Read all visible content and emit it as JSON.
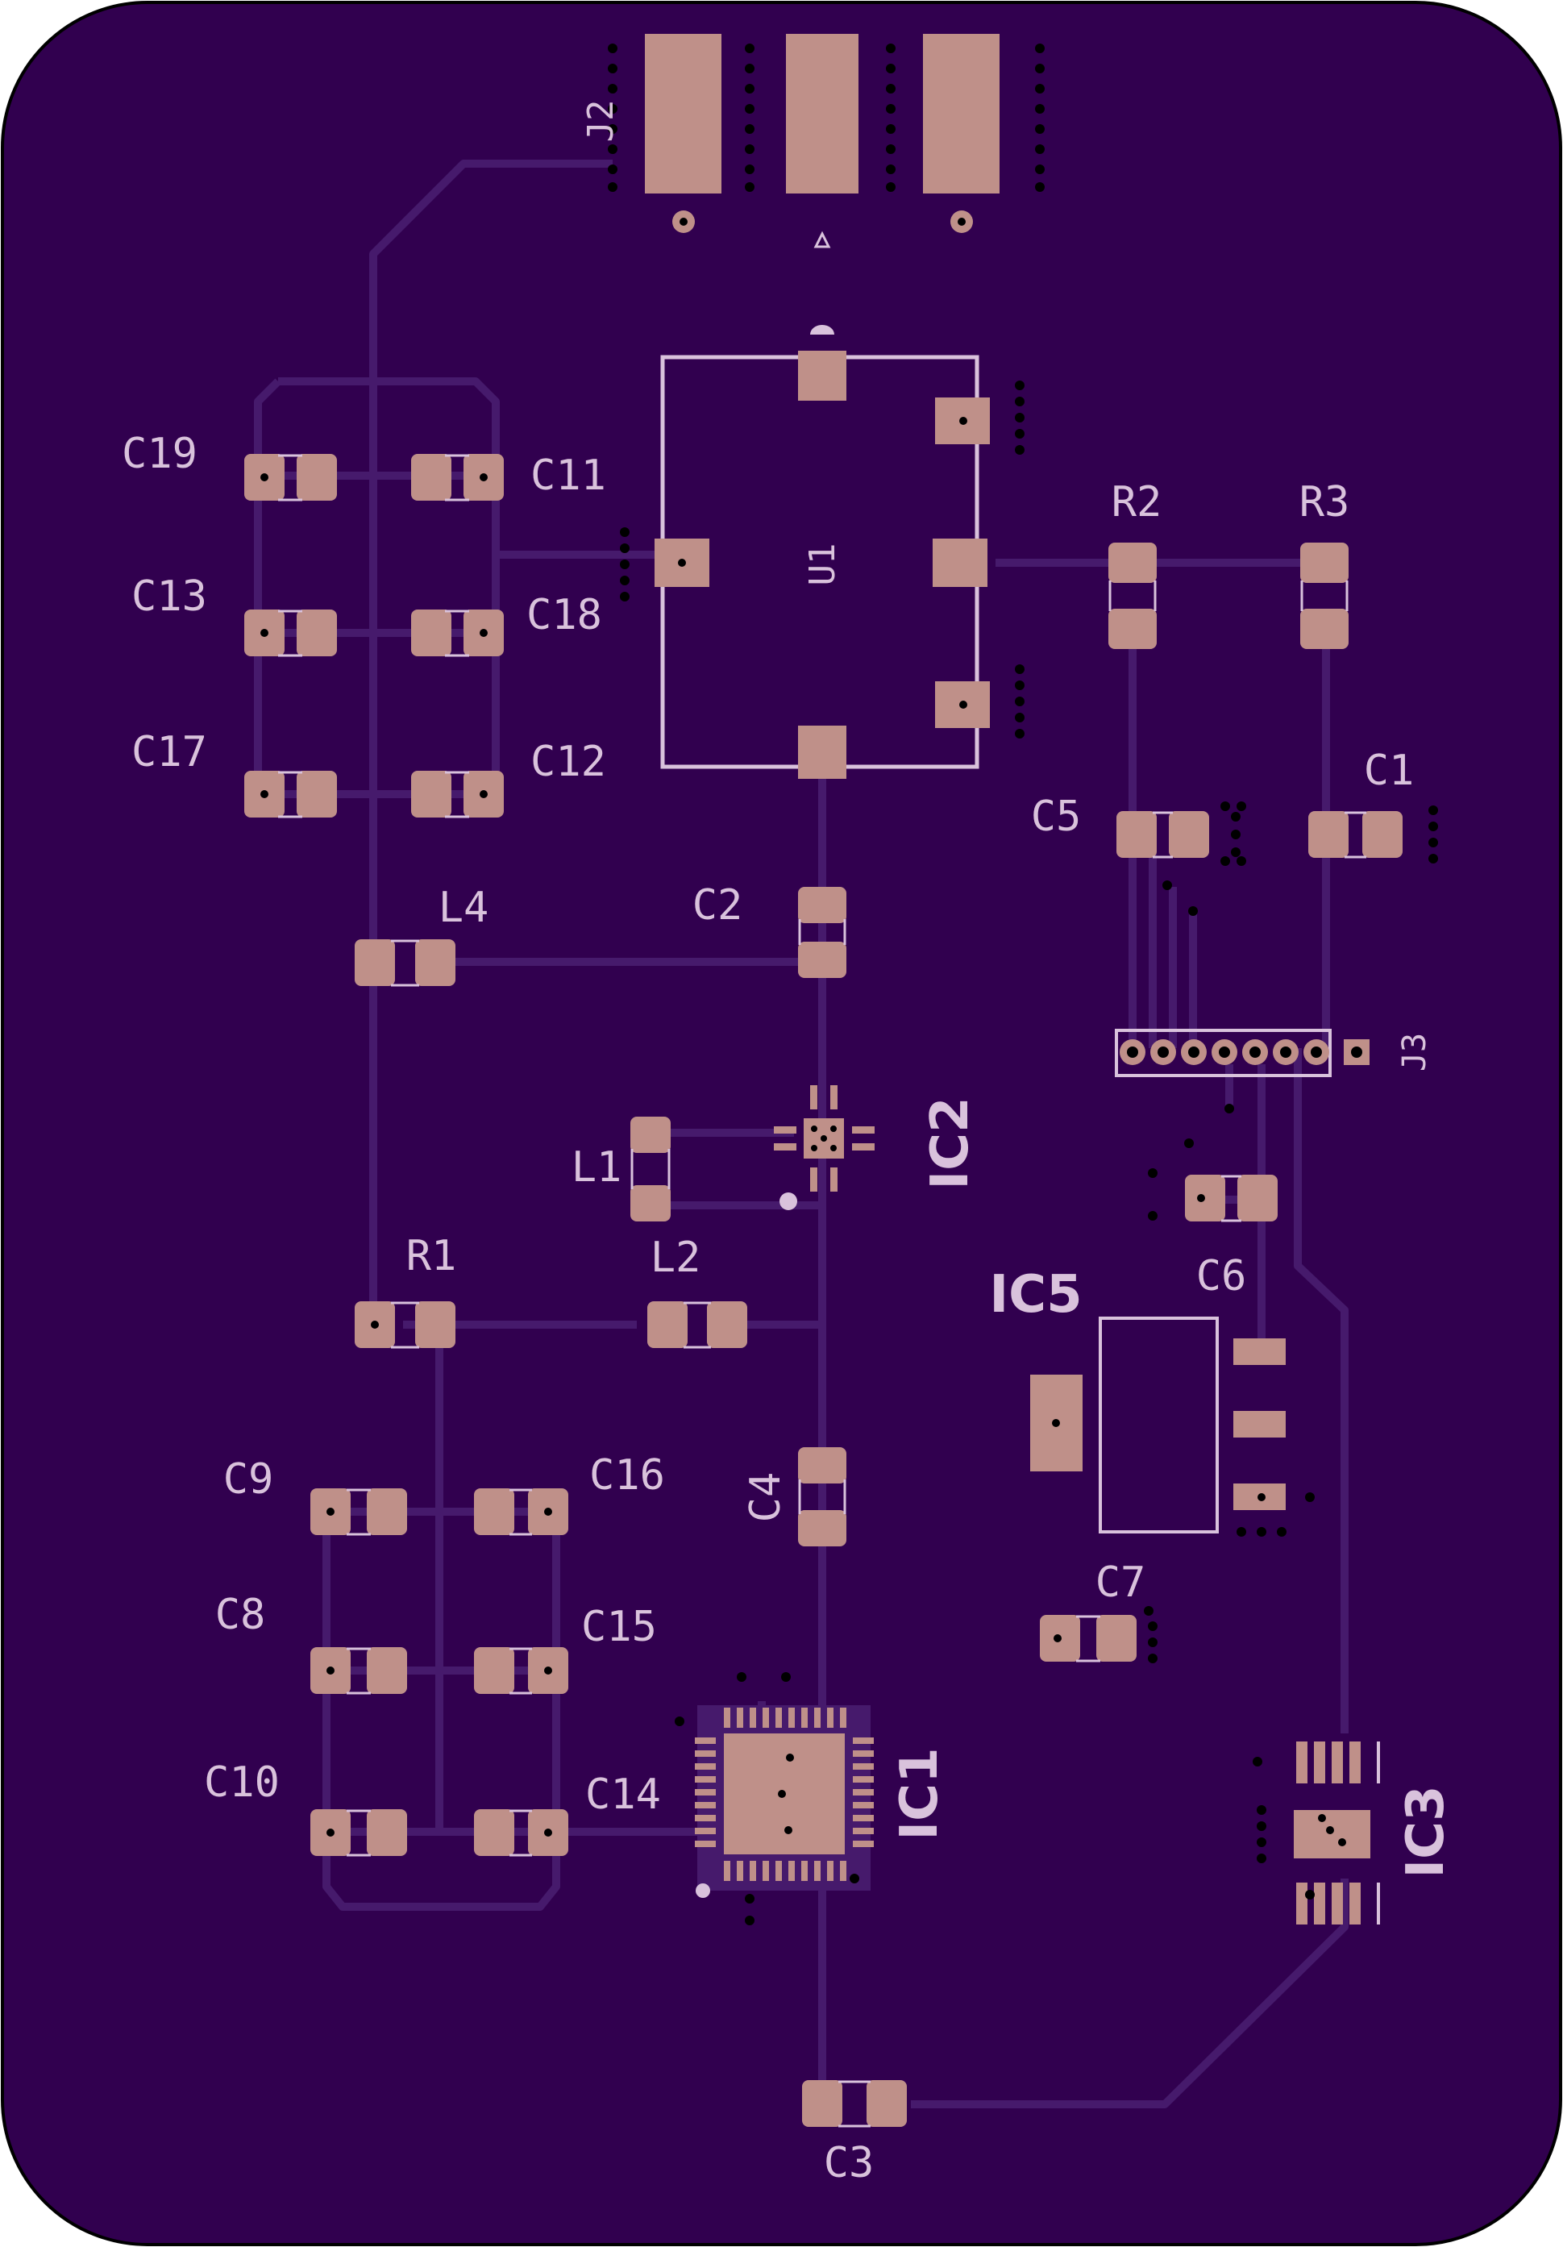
{
  "colors": {
    "board": "#31004f",
    "outline": "#000000",
    "trace": "#461a6c",
    "pad": "#bf9089",
    "silk": "#d9c2dc",
    "via": "#000000"
  },
  "designators": {
    "C1": "C1",
    "C2": "C2",
    "C3": "C3",
    "C4": "C4",
    "C5": "C5",
    "C6": "C6",
    "C7": "C7",
    "C8": "C8",
    "C9": "C9",
    "C10": "C10",
    "C11": "C11",
    "C12": "C12",
    "C13": "C13",
    "C14": "C14",
    "C15": "C15",
    "C16": "C16",
    "C17": "C17",
    "C18": "C18",
    "C19": "C19",
    "R1": "R1",
    "R2": "R2",
    "R3": "R3",
    "L1": "L1",
    "L2": "L2",
    "L4": "L4",
    "U1": "U1",
    "J2": "J2",
    "J3": "J3",
    "IC1": "IC1",
    "IC2": "IC2",
    "IC3": "IC3",
    "IC5": "IC5"
  }
}
